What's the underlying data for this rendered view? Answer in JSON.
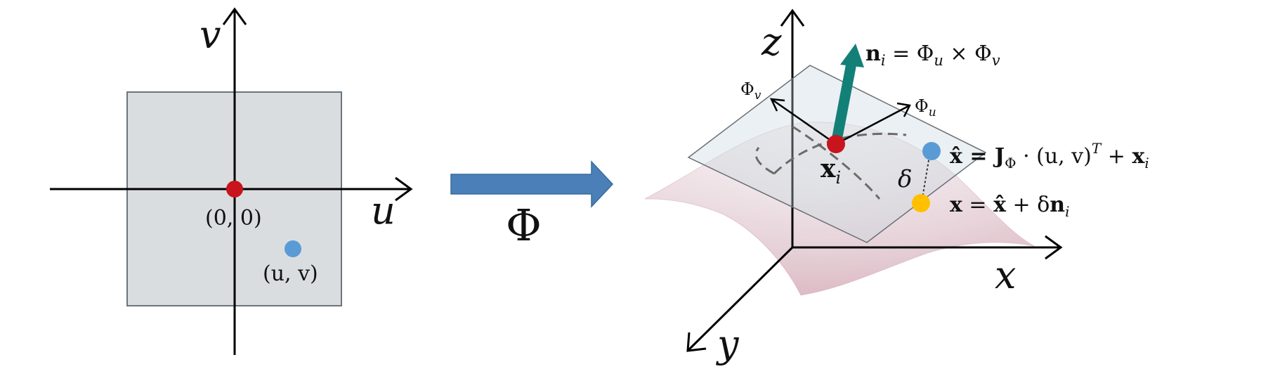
{
  "left_panel": {
    "axis_u": "u",
    "axis_v": "v",
    "origin_label": "(0, 0)",
    "point_label": "(u, v)"
  },
  "mapping": {
    "symbol": "Φ"
  },
  "right_panel": {
    "axis_x": "x",
    "axis_y": "y",
    "axis_z": "z",
    "tangent_u": {
      "base": "Φ",
      "sub": "u"
    },
    "tangent_v": {
      "base": "Φ",
      "sub": "v"
    },
    "normal_eq": {
      "lhs": "n",
      "lhs_sub": "i",
      "rhs": " = Φ",
      "rhs_sub1": "u",
      "times": " × Φ",
      "rhs_sub2": "v"
    },
    "center_point": {
      "base": "x",
      "sub": "i"
    },
    "offset_label": "δ",
    "approx_eq": {
      "lhs": "x̂",
      "mid": " = J",
      "sub": "Φ",
      "dot": " · (u, v)",
      "sup": "T",
      "plus": " + ",
      "x": "x",
      "x_sub": "i"
    },
    "surface_eq": {
      "lhs": "x",
      "eq": " = ",
      "xhat": "x̂",
      "plus": " + δ",
      "n": "n",
      "n_sub": "i"
    }
  },
  "colors": {
    "center_dot": "#c8141c",
    "param_dot": "#5b9bd5",
    "surface_dot": "#ffc000",
    "normal_arrow": "#138078",
    "map_arrow": "#4a7fb8",
    "square_fill": "#dadde0"
  }
}
